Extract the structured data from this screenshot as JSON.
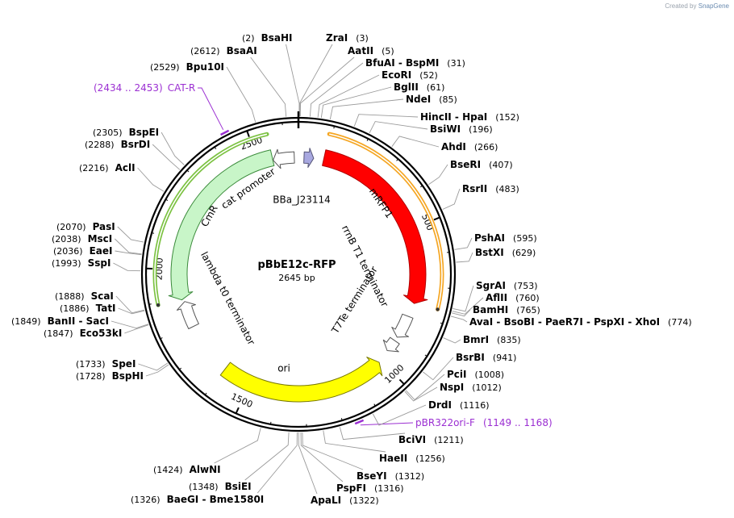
{
  "watermark": {
    "prefix": "Created by",
    "brand": "SnapGene"
  },
  "plasmid": {
    "name": "pBbE12c-RFP",
    "length_label": "2645 bp",
    "length": 2645
  },
  "tick_labels": [
    "500",
    "1000",
    "1500",
    "2000",
    "2500"
  ],
  "features": [
    {
      "id": "mrfp1",
      "label": "mRFP1",
      "start": 91,
      "end": 765,
      "strand": 1,
      "track": "inner",
      "fill": "#ff0000",
      "stroke": "#b00000",
      "label_side": "on"
    },
    {
      "id": "bba",
      "label": "BBa_J23114",
      "start": 20,
      "end": 55,
      "strand": 1,
      "track": "inner",
      "fill": "#a8a8e0",
      "stroke": "#555577",
      "label_side": "in"
    },
    {
      "id": "rrnb",
      "label": "rrnB T1 terminator",
      "start": 815,
      "end": 900,
      "strand": 1,
      "track": "inner",
      "fill": "#ffffff",
      "stroke": "#555555",
      "label_side": "in"
    },
    {
      "id": "t7te",
      "label": "T7Te terminator",
      "start": 915,
      "end": 960,
      "strand": 1,
      "track": "inner",
      "fill": "#ffffff",
      "stroke": "#555555",
      "label_side": "in"
    },
    {
      "id": "ori",
      "label": "ori",
      "start": 1010,
      "end": 1600,
      "strand": -1,
      "track": "inner",
      "fill": "#ffff00",
      "stroke": "#777700",
      "label_side": "on"
    },
    {
      "id": "lambda",
      "label": "lambda t0 terminator",
      "start": 1790,
      "end": 1885,
      "strand": 1,
      "track": "inner",
      "fill": "#ffffff",
      "stroke": "#555555",
      "label_side": "in"
    },
    {
      "id": "cmr",
      "label": "CmR",
      "start": 1893,
      "end": 2552,
      "strand": -1,
      "track": "inner",
      "fill": "#c8f5c8",
      "stroke": "#3a8a3a",
      "label_side": "on"
    },
    {
      "id": "catprom",
      "label": "cat promoter",
      "start": 2553,
      "end": 2630,
      "strand": -1,
      "track": "inner",
      "fill": "#ffffff",
      "stroke": "#555555",
      "label_side": "in"
    }
  ],
  "outer_arcs": [
    {
      "id": "mrfp1-orf",
      "start": 91,
      "end": 765,
      "color": "#f5a623"
    },
    {
      "id": "cmr-orf",
      "start": 1893,
      "end": 2552,
      "color": "#7cc242"
    }
  ],
  "primers": [
    {
      "id": "cat-r",
      "name": "CAT-R",
      "range": "(2434 .. 2453)",
      "pos": 2443,
      "side": "left"
    },
    {
      "id": "pbr322",
      "name": "pBR322ori-F",
      "range": "(1149 .. 1168)",
      "pos": 1158,
      "side": "right"
    }
  ],
  "sites": [
    {
      "id": "bsahi",
      "name": "BsaHI",
      "pos_label": "(2)",
      "pos": 2,
      "side": "left",
      "names_first": false
    },
    {
      "id": "bsaai",
      "name": "BsaAI",
      "pos_label": "(2612)",
      "pos": 2612,
      "side": "left",
      "names_first": false
    },
    {
      "id": "bpu10i",
      "name": "Bpu10I",
      "pos_label": "(2529)",
      "pos": 2529,
      "side": "left",
      "names_first": false
    },
    {
      "id": "bspei",
      "name": "BspEI",
      "pos_label": "(2305)",
      "pos": 2305,
      "side": "left",
      "names_first": false
    },
    {
      "id": "bsrdi",
      "name": "BsrDI",
      "pos_label": "(2288)",
      "pos": 2288,
      "side": "left",
      "names_first": false
    },
    {
      "id": "acli",
      "name": "AclI",
      "pos_label": "(2216)",
      "pos": 2216,
      "side": "left",
      "names_first": false
    },
    {
      "id": "pasi",
      "name": "PasI",
      "pos_label": "(2070)",
      "pos": 2070,
      "side": "left",
      "names_first": false
    },
    {
      "id": "msci",
      "name": "MscI",
      "pos_label": "(2038)",
      "pos": 2038,
      "side": "left",
      "names_first": false
    },
    {
      "id": "eaei",
      "name": "EaeI",
      "pos_label": "(2036)",
      "pos": 2036,
      "side": "left",
      "names_first": false
    },
    {
      "id": "sspi",
      "name": "SspI",
      "pos_label": "(1993)",
      "pos": 1993,
      "side": "left",
      "names_first": false
    },
    {
      "id": "scai",
      "name": "ScaI",
      "pos_label": "(1888)",
      "pos": 1888,
      "side": "left",
      "names_first": false
    },
    {
      "id": "tati",
      "name": "TatI",
      "pos_label": "(1886)",
      "pos": 1886,
      "side": "left",
      "names_first": false
    },
    {
      "id": "banii",
      "name": "BanII - SacI",
      "pos_label": "(1849)",
      "pos": 1849,
      "side": "left",
      "names_first": false
    },
    {
      "id": "eco53ki",
      "name": "Eco53kI",
      "pos_label": "(1847)",
      "pos": 1847,
      "side": "left",
      "names_first": false
    },
    {
      "id": "spei",
      "name": "SpeI",
      "pos_label": "(1733)",
      "pos": 1733,
      "side": "left",
      "names_first": false
    },
    {
      "id": "bsphi",
      "name": "BspHI",
      "pos_label": "(1728)",
      "pos": 1728,
      "side": "left",
      "names_first": false
    },
    {
      "id": "alwni",
      "name": "AlwNI",
      "pos_label": "(1424)",
      "pos": 1424,
      "side": "left",
      "names_first": false
    },
    {
      "id": "bsiei",
      "name": "BsiEI",
      "pos_label": "(1348)",
      "pos": 1348,
      "side": "left",
      "names_first": false
    },
    {
      "id": "baegi",
      "name": "BaeGI - Bme1580I",
      "pos_label": "(1326)",
      "pos": 1326,
      "side": "left",
      "names_first": false
    },
    {
      "id": "zrai",
      "name": "ZraI",
      "pos_label": "(3)",
      "pos": 3,
      "side": "right",
      "names_first": true
    },
    {
      "id": "aatii",
      "name": "AatII",
      "pos_label": "(5)",
      "pos": 5,
      "side": "right",
      "names_first": true
    },
    {
      "id": "bfuai",
      "name": "BfuAI - BspMI",
      "pos_label": "(31)",
      "pos": 31,
      "side": "right",
      "names_first": true
    },
    {
      "id": "ecori",
      "name": "EcoRI",
      "pos_label": "(52)",
      "pos": 52,
      "side": "right",
      "names_first": true
    },
    {
      "id": "bglii",
      "name": "BglII",
      "pos_label": "(61)",
      "pos": 61,
      "side": "right",
      "names_first": true
    },
    {
      "id": "ndei",
      "name": "NdeI",
      "pos_label": "(85)",
      "pos": 85,
      "side": "right",
      "names_first": true
    },
    {
      "id": "hincii",
      "name": "HincII - HpaI",
      "pos_label": "(152)",
      "pos": 152,
      "side": "right",
      "names_first": true
    },
    {
      "id": "bsiwi",
      "name": "BsiWI",
      "pos_label": "(196)",
      "pos": 196,
      "side": "right",
      "names_first": true
    },
    {
      "id": "ahdi",
      "name": "AhdI",
      "pos_label": "(266)",
      "pos": 266,
      "side": "right",
      "names_first": true
    },
    {
      "id": "bseri",
      "name": "BseRI",
      "pos_label": "(407)",
      "pos": 407,
      "side": "right",
      "names_first": true
    },
    {
      "id": "rsrii",
      "name": "RsrII",
      "pos_label": "(483)",
      "pos": 483,
      "side": "right",
      "names_first": true
    },
    {
      "id": "pshai",
      "name": "PshAI",
      "pos_label": "(595)",
      "pos": 595,
      "side": "right",
      "names_first": true
    },
    {
      "id": "bstxi",
      "name": "BstXI",
      "pos_label": "(629)",
      "pos": 629,
      "side": "right",
      "names_first": true
    },
    {
      "id": "sgrai",
      "name": "SgrAI",
      "pos_label": "(753)",
      "pos": 753,
      "side": "right",
      "names_first": true
    },
    {
      "id": "aflii",
      "name": "AflII",
      "pos_label": "(760)",
      "pos": 760,
      "side": "right",
      "names_first": true
    },
    {
      "id": "bamhi",
      "name": "BamHI",
      "pos_label": "(765)",
      "pos": 765,
      "side": "right",
      "names_first": true
    },
    {
      "id": "avai",
      "name": "AvaI - BsoBI - PaeR7I - PspXI - XhoI",
      "pos_label": "(774)",
      "pos": 774,
      "side": "right",
      "names_first": true
    },
    {
      "id": "bmri",
      "name": "BmrI",
      "pos_label": "(835)",
      "pos": 835,
      "side": "right",
      "names_first": true
    },
    {
      "id": "bsrbi",
      "name": "BsrBI",
      "pos_label": "(941)",
      "pos": 941,
      "side": "right",
      "names_first": true
    },
    {
      "id": "pcii",
      "name": "PciI",
      "pos_label": "(1008)",
      "pos": 1008,
      "side": "right",
      "names_first": true
    },
    {
      "id": "nspi",
      "name": "NspI",
      "pos_label": "(1012)",
      "pos": 1012,
      "side": "right",
      "names_first": true
    },
    {
      "id": "drdi",
      "name": "DrdI",
      "pos_label": "(1116)",
      "pos": 1116,
      "side": "right",
      "names_first": true
    },
    {
      "id": "bcivi",
      "name": "BciVI",
      "pos_label": "(1211)",
      "pos": 1211,
      "side": "right",
      "names_first": true
    },
    {
      "id": "haeii",
      "name": "HaeII",
      "pos_label": "(1256)",
      "pos": 1256,
      "side": "right",
      "names_first": true
    },
    {
      "id": "bseyi",
      "name": "BseYI",
      "pos_label": "(1312)",
      "pos": 1312,
      "side": "right",
      "names_first": true
    },
    {
      "id": "pspfi",
      "name": "PspFI",
      "pos_label": "(1316)",
      "pos": 1316,
      "side": "right",
      "names_first": true
    },
    {
      "id": "apali",
      "name": "ApaLI",
      "pos_label": "(1322)",
      "pos": 1322,
      "side": "right",
      "names_first": true
    }
  ]
}
